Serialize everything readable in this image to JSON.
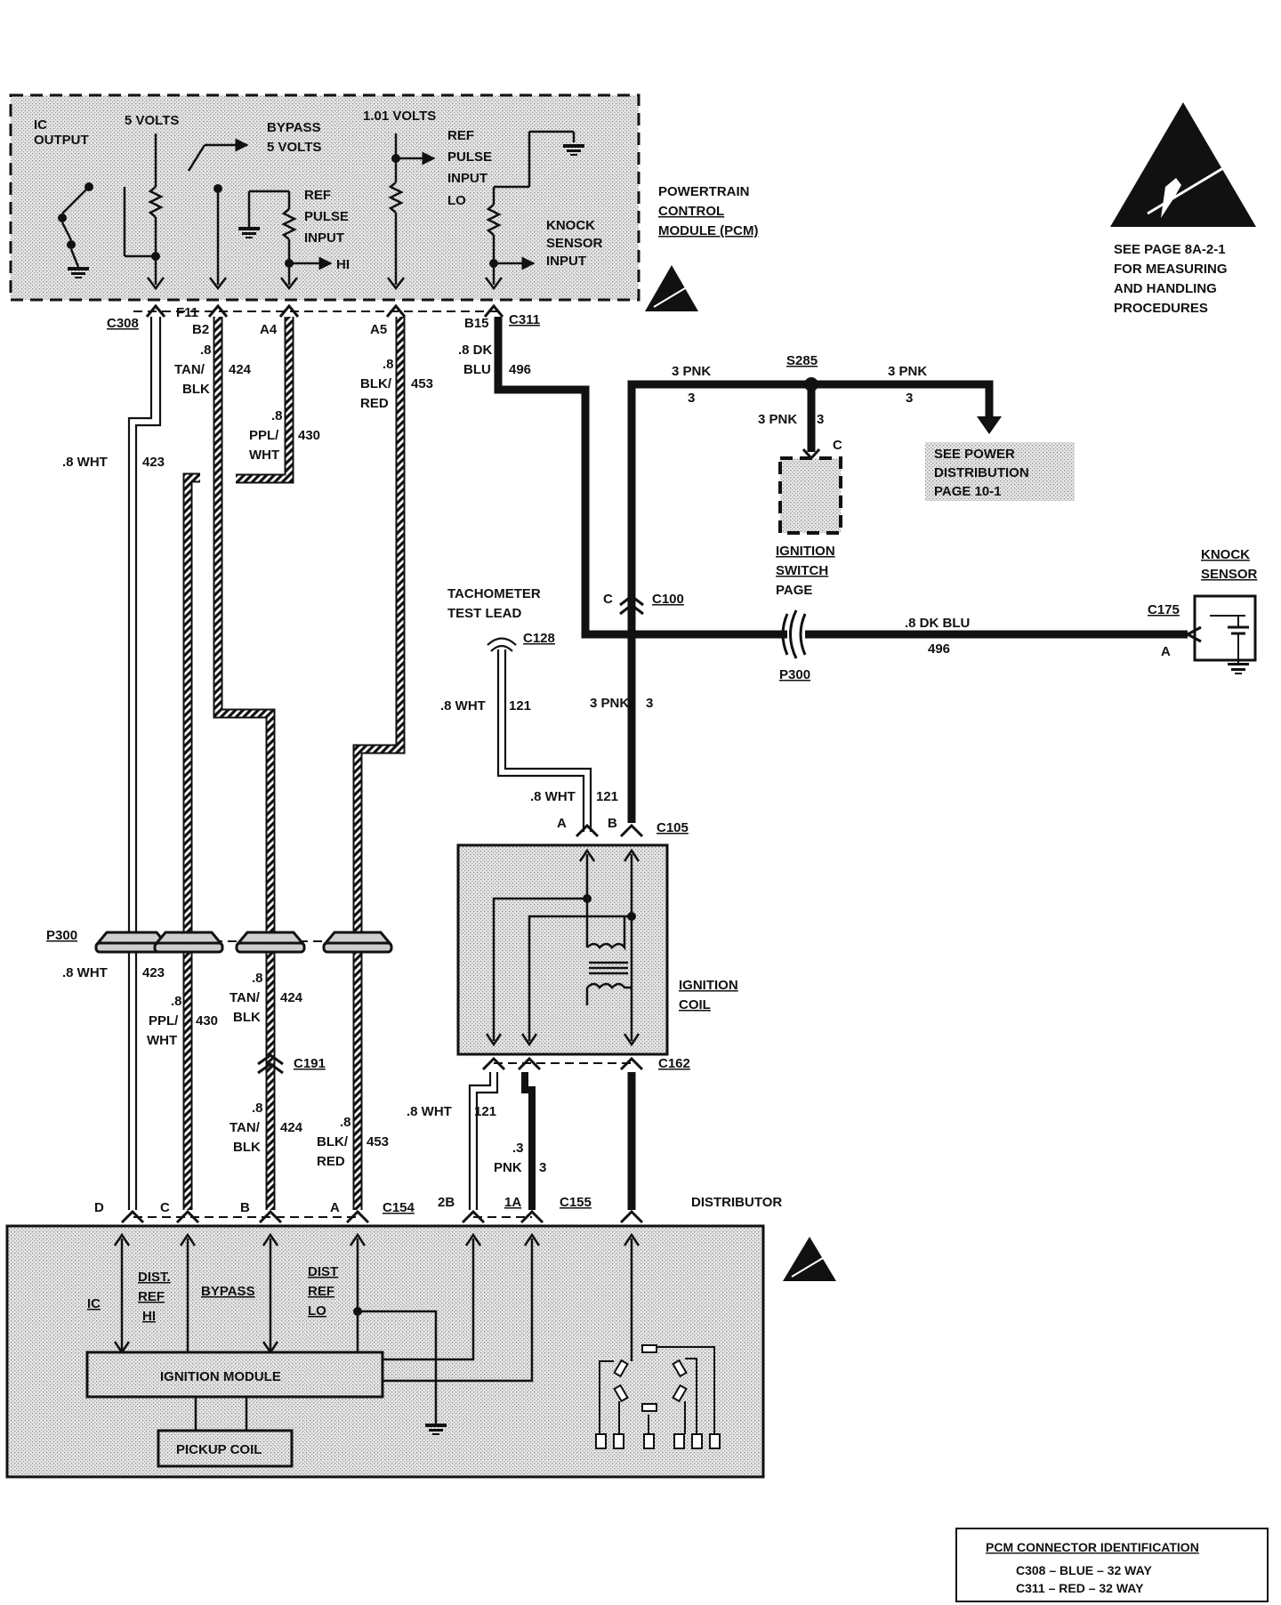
{
  "pcm": {
    "ic_output": [
      "IC",
      "OUTPUT"
    ],
    "five_volts": "5 VOLTS",
    "bypass": [
      "BYPASS",
      "5 VOLTS"
    ],
    "ref_hi": [
      "REF",
      "PULSE",
      "INPUT",
      "HI"
    ],
    "volts_101": "1.01 VOLTS",
    "ref_lo": [
      "REF",
      "PULSE",
      "INPUT",
      "LO"
    ],
    "knock": [
      "KNOCK",
      "SENSOR",
      "INPUT"
    ],
    "module_label": [
      "POWERTRAIN",
      "CONTROL",
      "MODULE (PCM)"
    ]
  },
  "esd_note": [
    "SEE PAGE 8A-2-1",
    "FOR MEASURING",
    "AND HANDLING",
    "PROCEDURES"
  ],
  "connectors": {
    "c308": "C308",
    "c311": "C311",
    "f11": "F11",
    "b2": "B2",
    "a4": "A4",
    "a5": "A5",
    "b15": "B15",
    "s285": "S285",
    "c": "C",
    "c100": "C100",
    "c128": "C128",
    "c175": "C175",
    "a": "A",
    "p300": "P300",
    "c105": "C105",
    "b": "B",
    "c162": "C162",
    "c191": "C191",
    "d": "D",
    "c154": "C154",
    "c155": "C155",
    "pin_2b": "2B",
    "pin_1a": "1A"
  },
  "wires": {
    "wht_8": ".8 WHT",
    "n423": "423",
    "tan_blk": [
      ".8",
      "TAN/",
      "BLK"
    ],
    "n424": "424",
    "ppl_wht": [
      ".8",
      "PPL/",
      "WHT"
    ],
    "n430": "430",
    "blk_red": [
      ".8",
      "BLK/",
      "RED"
    ],
    "n453": "453",
    "dk_blu": [
      ".8 DK",
      "BLU"
    ],
    "n496": "496",
    "pnk3": "3 PNK",
    "n3": "3",
    "dk_blu_line": ".8 DK BLU",
    "n121": "121",
    "pnk_03": [
      ".3",
      "PNK"
    ]
  },
  "labels": {
    "see_power": [
      "SEE POWER",
      "DISTRIBUTION",
      "PAGE 10-1"
    ],
    "ignition_switch": [
      "IGNITION",
      "SWITCH",
      "PAGE"
    ],
    "knock_sensor": [
      "KNOCK",
      "SENSOR"
    ],
    "tach": [
      "TACHOMETER",
      "TEST LEAD"
    ],
    "ignition_coil": [
      "IGNITION",
      "COIL"
    ],
    "distributor": "DISTRIBUTOR",
    "ic": "IC",
    "dist_ref_hi": [
      "DIST.",
      "REF",
      "HI"
    ],
    "bypass": "BYPASS",
    "dist_ref_lo": [
      "DIST",
      "REF",
      "LO"
    ],
    "ignition_module": "IGNITION MODULE",
    "pickup_coil": "PICKUP   COIL"
  },
  "pcm_id": {
    "title": "PCM CONNECTOR IDENTIFICATION",
    "row1": "C308 –   BLUE   – 32 WAY",
    "row2": "C311 –   RED    – 32 WAY"
  }
}
